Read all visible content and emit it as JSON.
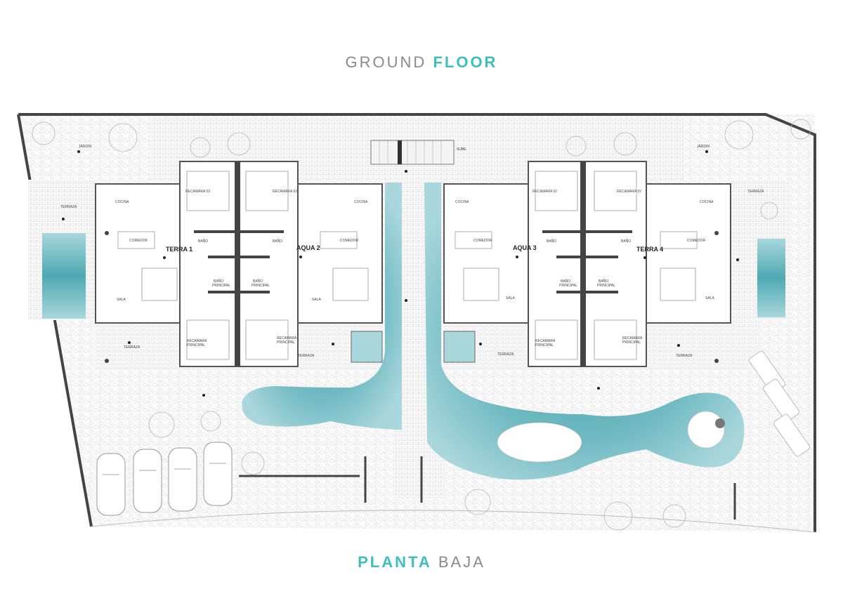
{
  "titles": {
    "top_plain": "GROUND",
    "top_accent": "FLOOR",
    "bottom_accent": "PLANTA",
    "bottom_plain": "BAJA"
  },
  "units": {
    "u1": "TERRA 1",
    "u2": "AQUA 2",
    "u3": "AQUA 3",
    "u4": "TERRA 4"
  },
  "rooms": {
    "cocina": "COCINA",
    "comedor": "COMEDOR",
    "sala": "SALA",
    "bano": "BAÑO",
    "bano_principal_1": "BAÑO",
    "bano_principal_2": "PRINCIPAL",
    "recamara_02": "RECAMARA 02",
    "recamara_principal_1": "RECAMARA",
    "recamara_principal_2": "PRINCIPAL",
    "terraza": "TERRAZA",
    "jardin": "JARDIN",
    "sube": "SUBE"
  },
  "colors": {
    "accent": "#3dbfbe",
    "title_gray": "#8a8a8a",
    "water": "#7cc4cc",
    "water_dark": "#3f9fa8",
    "wall": "#555555"
  }
}
